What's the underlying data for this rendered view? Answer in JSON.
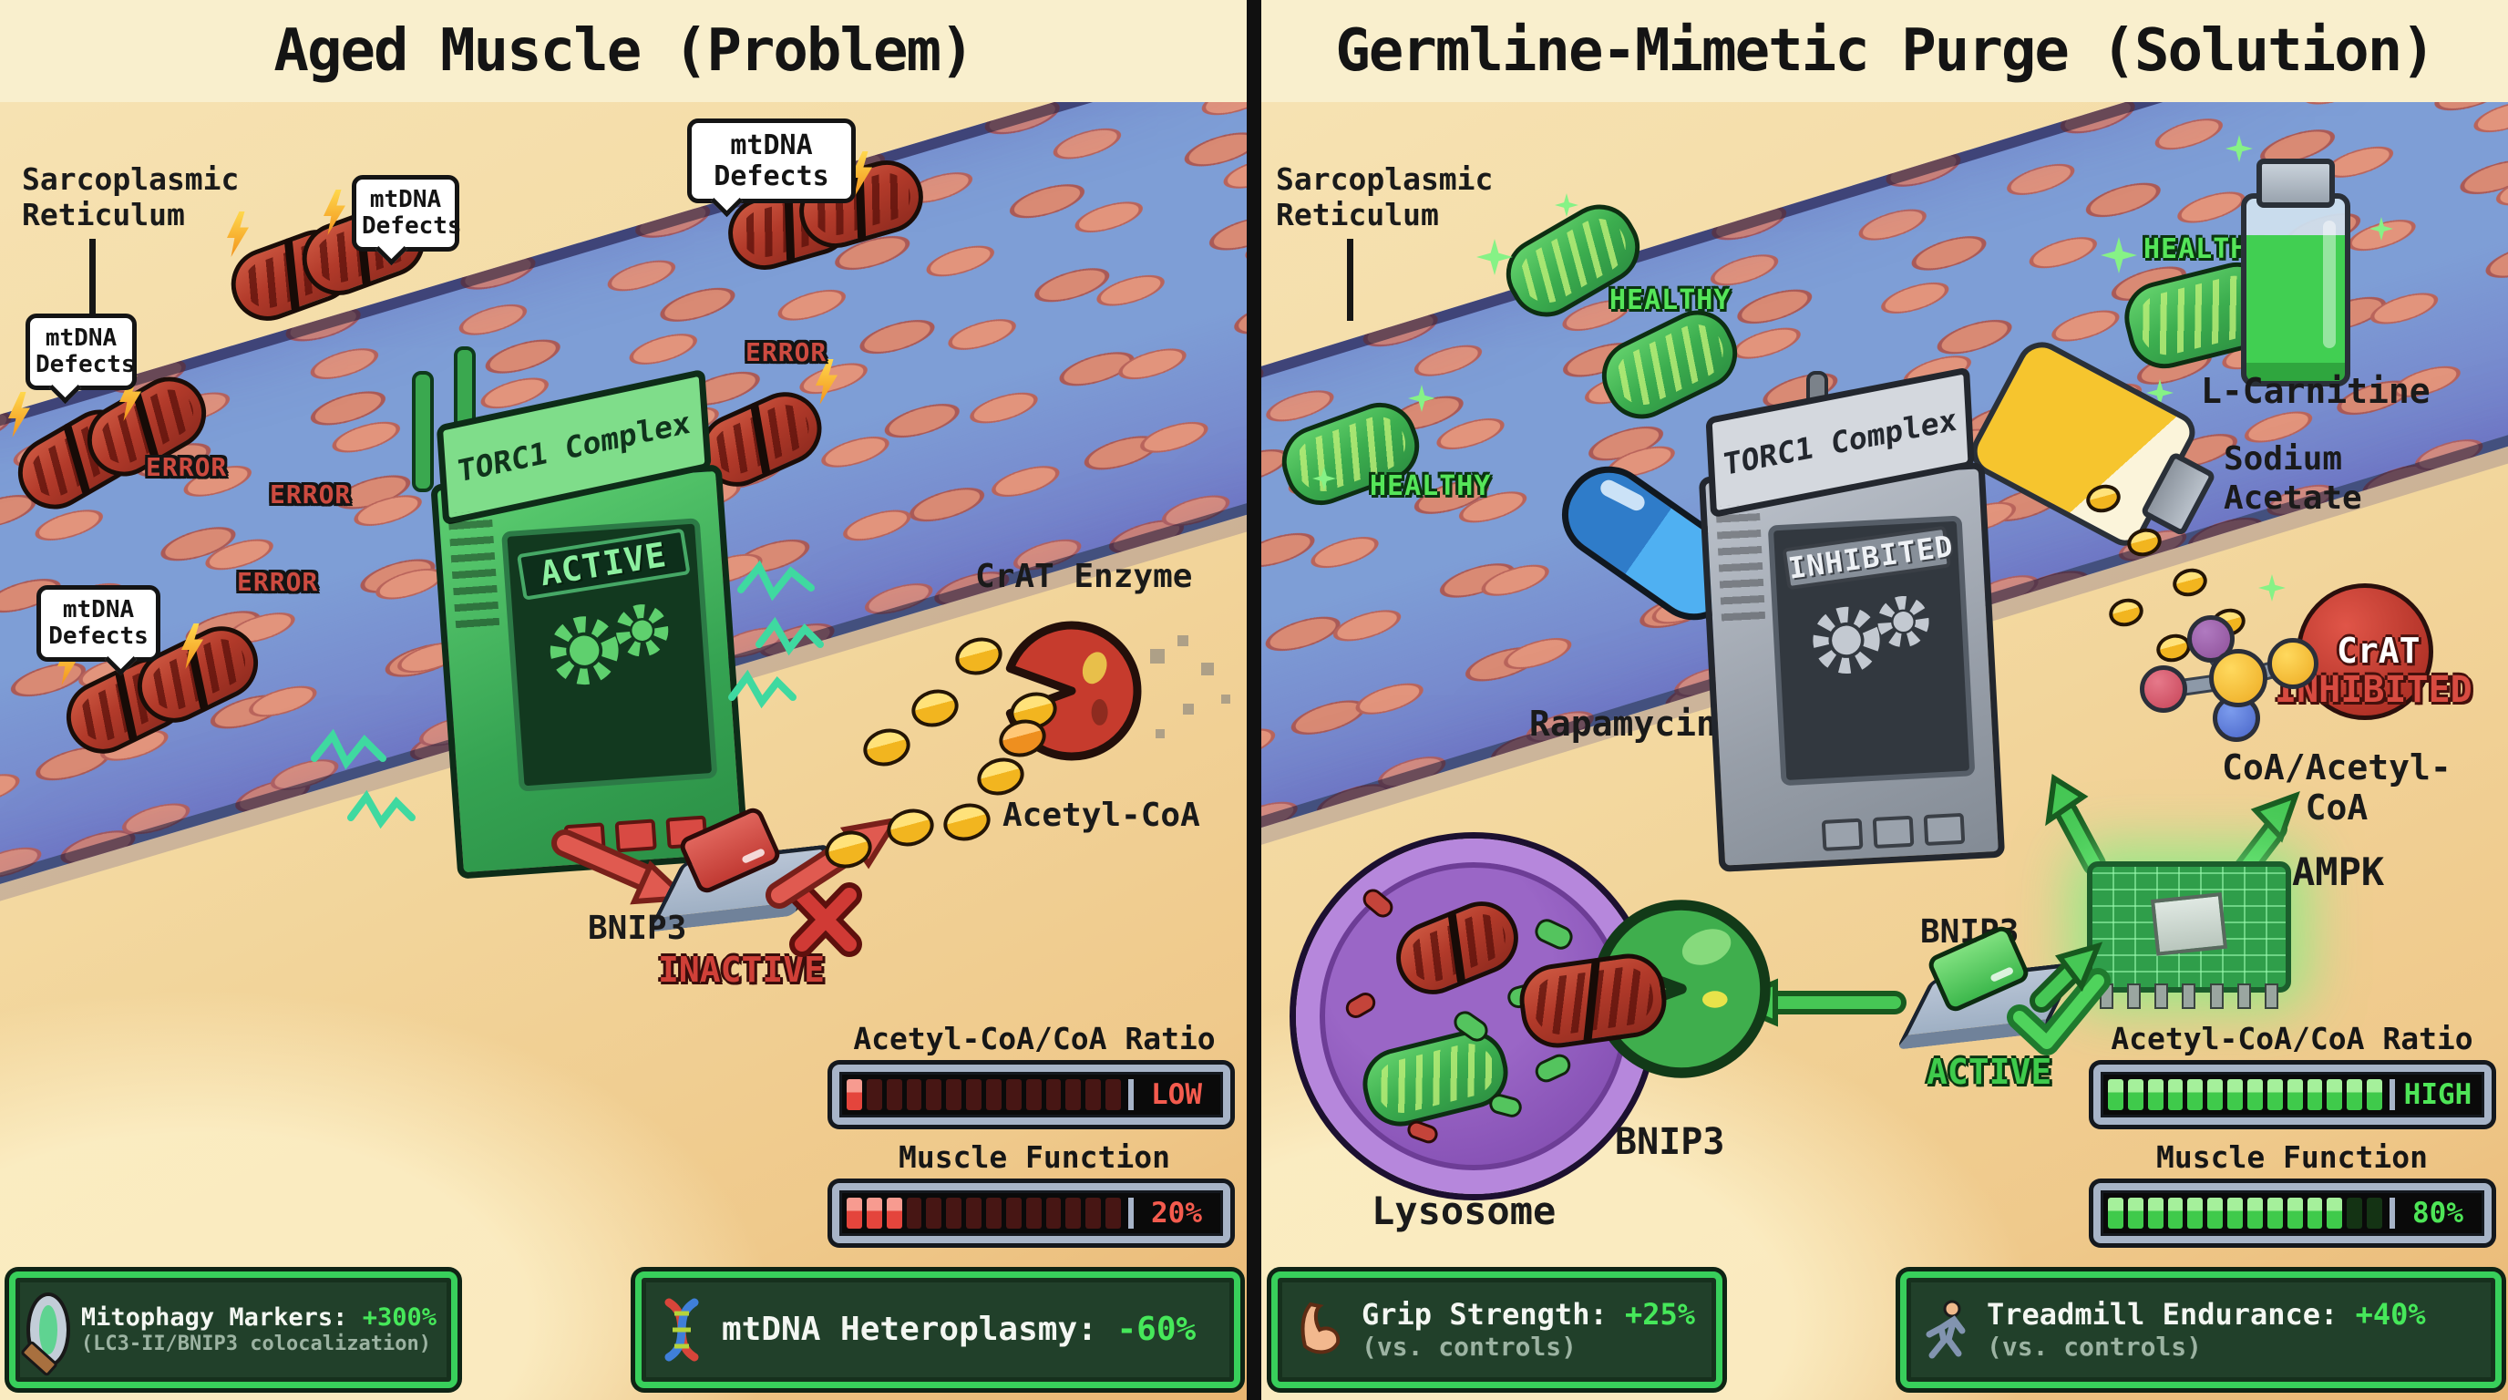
{
  "colors": {
    "background_sand": "#f3d89f",
    "title_bar": "#f9efcd",
    "tissue_blue": "#7e9ed6",
    "tissue_cell_salmon": "#e2947c",
    "bad_mito_red": "#b23a2a",
    "good_mito_green": "#3cae4f",
    "error_red": "#cd4b40",
    "healthy_green": "#55e659",
    "machine_green": "#35a352",
    "machine_gray": "#979ea8",
    "badge_green_border": "#38cf5b",
    "badge_dark_green": "#21402a",
    "accent_green_text": "#46e85a",
    "meter_red": "#e4453c",
    "meter_green": "#3fca4b",
    "coin_gold": "#f2b51f",
    "rapamycin_blue": "#4fb0f2",
    "lysosome_purple": "#8a55b8"
  },
  "left": {
    "title": "Aged Muscle (Problem)",
    "sr_label": "Sarcoplasmic Reticulum",
    "bubbles": [
      "mtDNA Defects",
      "mtDNA Defects",
      "mtDNA Defects",
      "mtDNA Defects"
    ],
    "errors": [
      "ERROR",
      "ERROR",
      "ERROR",
      "ERROR"
    ],
    "machine": {
      "name": "TORC1 Complex",
      "status": "ACTIVE"
    },
    "bnip3": {
      "label": "BNIP3",
      "status": "INACTIVE"
    },
    "crat_label": "CrAT Enzyme",
    "acetyl_label": "Acetyl-CoA",
    "meters": [
      {
        "label": "Acetyl-CoA/CoA Ratio",
        "value": "LOW",
        "segments": 14,
        "lit": 1,
        "scheme": "red"
      },
      {
        "label": "Muscle Function",
        "value": "20%",
        "segments": 14,
        "lit": 3,
        "scheme": "red"
      }
    ],
    "badges": [
      {
        "icon": "magnifier",
        "title": "Mitophagy Markers:",
        "highlight": "+300%",
        "subtitle": "(LC3-II/BNIP3 colocalization)"
      },
      {
        "icon": "dna",
        "title": "mtDNA Heteroplasmy:",
        "highlight": "-60%"
      }
    ]
  },
  "right": {
    "title": "Germline-Mimetic Purge (Solution)",
    "sr_label": "Sarcoplasmic Reticulum",
    "healthy": [
      "HEALTHY",
      "HEALTHY",
      "HEALTHY"
    ],
    "lcarnitine_label": "L-Carnitine",
    "sodium_label": "Sodium Acetate",
    "rapamycin_label": "Rapamycin",
    "machine": {
      "name": "TORC1 Complex",
      "status": "INHIBITED"
    },
    "crat": {
      "name": "CrAT",
      "status": "INHIBITED"
    },
    "coa_label": "CoA/Acetyl-CoA",
    "ampk_label": "AMPK",
    "bnip3_switch": {
      "label": "BNIP3",
      "status": "ACTIVE"
    },
    "lysosome_label": "Lysosome",
    "bnip3_ball_label": "BNIP3",
    "meters": [
      {
        "label": "Acetyl-CoA/CoA Ratio",
        "value": "HIGH",
        "segments": 14,
        "lit": 14,
        "scheme": "green"
      },
      {
        "label": "Muscle Function",
        "value": "80%",
        "segments": 14,
        "lit": 12,
        "scheme": "green"
      }
    ],
    "badges": [
      {
        "icon": "bicep",
        "title": "Grip Strength:",
        "highlight": "+25%",
        "subtitle": "(vs. controls)"
      },
      {
        "icon": "runner",
        "title": "Treadmill Endurance:",
        "highlight": "+40%",
        "subtitle": "(vs. controls)"
      }
    ]
  }
}
